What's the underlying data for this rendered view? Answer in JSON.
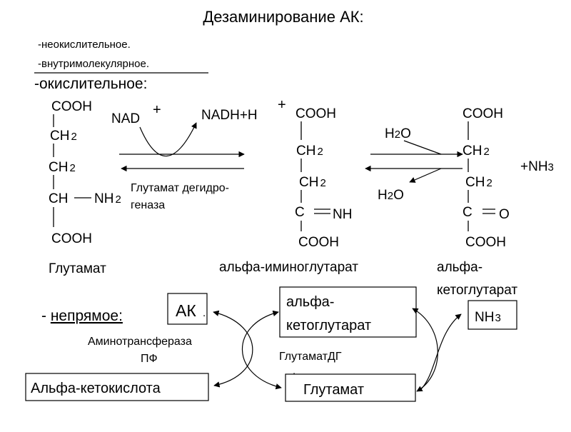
{
  "title": "Дезаминирование АК:",
  "types": {
    "non_oxidative": "-неокислительное.",
    "intramolecular": "-внутримолекулярное.",
    "oxidative": "-окислительное:",
    "indirect_dash": "- ",
    "indirect": "непрямое:"
  },
  "groups": {
    "cooh": "COOH",
    "ch": "CH",
    "c": "C",
    "sub2": "2",
    "nh2": "NH",
    "nh": "NH",
    "o": "O"
  },
  "reaction": {
    "nad": "NAD",
    "nadh": "NADH+H",
    "plus": "+",
    "h2o_h": "H",
    "h2o_sub": "2",
    "h2o_o": "O",
    "nh3": "+NH",
    "nh3_sub": "3",
    "enzyme_line1": "Глутамат дегидро-",
    "enzyme_line2": "геназа"
  },
  "names": {
    "glutamate": "Глутамат",
    "iminoglutarate": "альфа-иминоглутарат",
    "ketoglutarate_line1": "альфа-",
    "ketoglutarate_line2": "кетоглутарат"
  },
  "indirect_scheme": {
    "ak": "АК",
    "ak_dot": ".",
    "keto_line1": "альфа-",
    "keto_line2": "кетоглутарат",
    "nh3": "NH",
    "nh3_sub": "3",
    "transaminase": "Аминотрансфераза",
    "pf": "ПФ",
    "glutamate_dg": "ГлутаматДГ",
    "ketoacid": "Альфа-кетокислота",
    "glutamate": "Глутамат",
    "glutamate_dot": "."
  }
}
